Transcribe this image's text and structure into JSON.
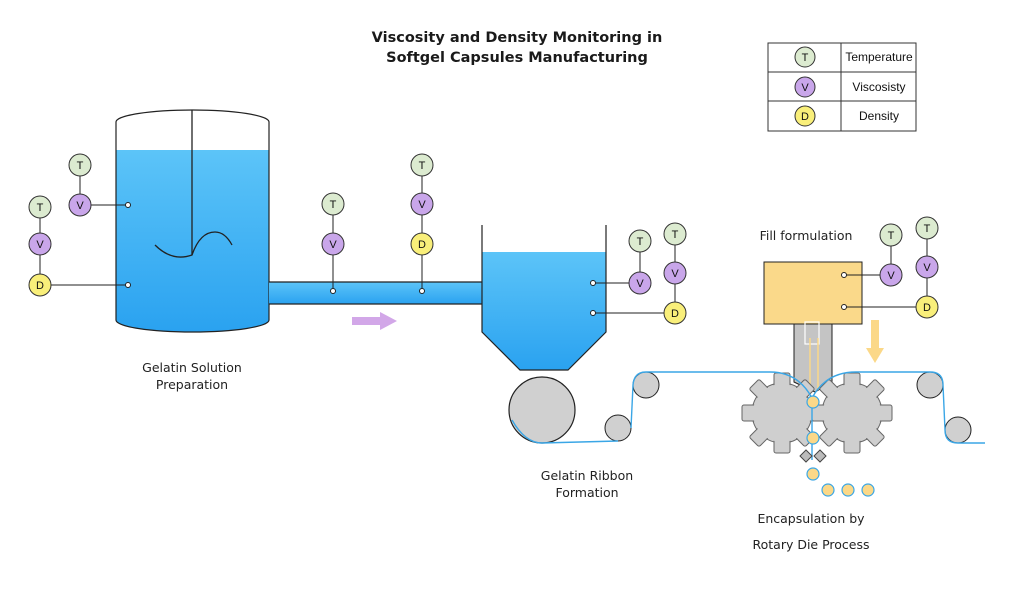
{
  "diagram": {
    "title_line1": "Viscosity and Density Monitoring in",
    "title_line2": "Softgel Capsules Manufacturing"
  },
  "legend": {
    "items": [
      {
        "letter": "T",
        "label": "Temperature",
        "color": "#dcebd0"
      },
      {
        "letter": "V",
        "label": "Viscosisty",
        "color": "#c9a6ea"
      },
      {
        "letter": "D",
        "label": "Density",
        "color": "#f9ef7a"
      }
    ]
  },
  "sensor_letters": {
    "temperature": "T",
    "viscosity": "V",
    "density": "D"
  },
  "colors": {
    "liquid": "#3eb2f5",
    "fill_hopper": "#fad98a",
    "flow_arrow": "#d2a7e8",
    "roller": "#d0d0d0",
    "capsule": "#fbd888",
    "ribbon": "#3aa6e6"
  },
  "stages": {
    "gelatin_solution": {
      "line1": "Gelatin Solution",
      "line2": "Preparation"
    },
    "gelatin_ribbon": {
      "line1": "Gelatin Ribbon",
      "line2": "Formation"
    },
    "fill_formulation": {
      "label": "Fill formulation"
    },
    "encapsulation": {
      "line1": "Encapsulation by",
      "line2": "Rotary Die Process"
    }
  }
}
